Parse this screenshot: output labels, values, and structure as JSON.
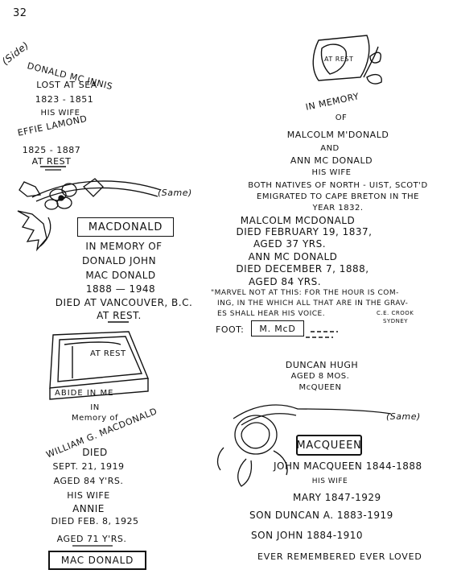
{
  "page_number": "32",
  "left_col": {
    "stone1": {
      "side_label": "(Side)",
      "name": "DONALD MC INNIS",
      "line2": "LOST AT SEA",
      "years": "1823 - 1851",
      "his_wife": "HIS WIFE",
      "wife_name": "EFFIE LAMOND",
      "wife_years": "1825 - 1887",
      "at_rest": "AT REST"
    },
    "stone2": {
      "same_label": "(Same)",
      "box_name": "MACDONALD",
      "l1": "IN MEMORY OF",
      "l2": "DONALD JOHN",
      "l3": "MAC DONALD",
      "l4": "1888 — 1948",
      "l5": "DIED AT VANCOUVER, B.C.",
      "l6": "AT REST."
    },
    "stone3": {
      "book_text": "AT REST",
      "book_base": "ABIDE IN ME",
      "in": "IN",
      "memory_of": "Memory of",
      "name": "WILLIAM G. MACDONALD",
      "died": "DIED",
      "date1": "SEPT. 21, 1919",
      "aged1": "AGED 84 Y'RS.",
      "his_wife": "HIS WIFE",
      "wife": "ANNIE",
      "died2": "DIED FEB. 8, 1925",
      "aged2": "AGED 71 Y'RS.",
      "box_name": "MAC DONALD"
    }
  },
  "right_col": {
    "stone4": {
      "scroll_text": "AT REST",
      "in_memory": "IN MEMORY",
      "of": "OF",
      "l1": "MALCOLM M'DONALD",
      "and": "AND",
      "l2": "ANN MC DONALD",
      "his_wife": "HIS WIFE",
      "natives": "BOTH NATIVES OF NORTH - UIST, SCOT'D",
      "emigrated": "EMIGRATED TO CAPE BRETON IN THE",
      "year": "YEAR 1832.",
      "m_name": "MALCOLM MCDONALD",
      "m_died": "DIED FEBRUARY 19, 1837,",
      "m_aged": "AGED 37 YRS.",
      "a_name": "ANN MC DONALD",
      "a_died": "DIED DECEMBER 7, 1888,",
      "a_aged": "AGED 84 YRS.",
      "verse1": "\"MARVEL NOT AT THIS: FOR THE HOUR IS COM-",
      "verse2": "ING, IN THE WHICH ALL THAT ARE IN THE GRAV-",
      "verse3": "ES SHALL HEAR HIS VOICE.",
      "credit1": "C.E. CROOK",
      "credit2": "SYDNEY",
      "foot_label": "FOOT:",
      "foot_box": "M. McD"
    },
    "stone5": {
      "l1": "DUNCAN HUGH",
      "l2": "AGED 8 MOS.",
      "l3": "McQUEEN",
      "same_label": "(Same)",
      "box_name": "MACQUEEN",
      "john": "JOHN MACQUEEN 1844-1888",
      "his_wife": "HIS WIFE",
      "mary": "MARY 1847-1929",
      "son1": "SON DUNCAN A. 1883-1919",
      "son2": "SON JOHN 1884-1910",
      "motto": "EVER REMEMBERED EVER LOVED"
    }
  }
}
